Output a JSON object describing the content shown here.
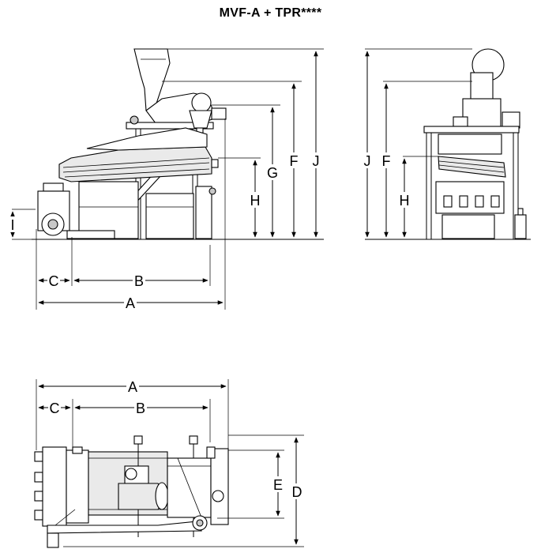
{
  "title": "MVF-A + TPR****",
  "side_view": {
    "labels": {
      "a": "A",
      "b": "B",
      "c": "C",
      "f": "F",
      "g": "G",
      "h": "H",
      "i": "I",
      "j": "J"
    }
  },
  "front_view": {
    "labels": {
      "f": "F",
      "h": "H",
      "j": "J"
    }
  },
  "top_view": {
    "labels": {
      "a": "A",
      "b": "B",
      "c": "C",
      "d": "D",
      "e": "E"
    }
  }
}
